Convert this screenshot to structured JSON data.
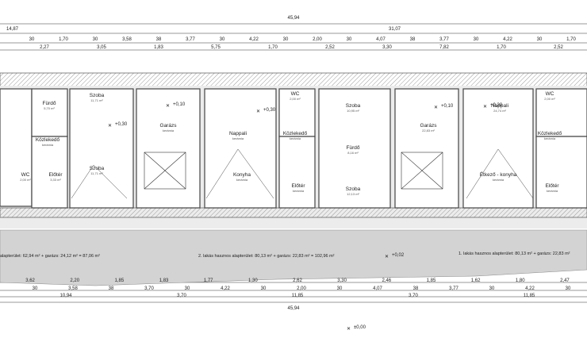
{
  "dimensions": {
    "overall_top": "45,94",
    "overall_bottom": "45,94",
    "left_top": "14,87",
    "right_top": "31,07",
    "top_row1": [
      "30",
      "1,70",
      "30",
      "3,58",
      "38",
      "3,77",
      "30",
      "4,22",
      "30",
      "2,00",
      "30",
      "4,07",
      "38",
      "3,77",
      "30",
      "4,22",
      "30",
      "1,70"
    ],
    "top_row2": [
      "2,27",
      "3,05",
      "1,83",
      "5,75",
      "1,70",
      "2,52",
      "3,30",
      "7,82",
      "1,70",
      "2,52"
    ],
    "bottom_row1": [
      "3,62",
      "2,20",
      "1,85",
      "1,83",
      "1,77",
      "1,30",
      "2,62",
      "3,30",
      "2,46",
      "1,85",
      "1,62",
      "1,80",
      "2,47"
    ],
    "bottom_row2": [
      "30",
      "3,58",
      "38",
      "3,70",
      "30",
      "4,22",
      "30",
      "2,00",
      "30",
      "4,07",
      "38",
      "3,77",
      "30",
      "4,22",
      "30"
    ],
    "bottom_row3": [
      "10,94",
      "3,70",
      "11,85",
      "3,70",
      "11,85"
    ],
    "levels": [
      "+0,10",
      "+0,30",
      "+0,30",
      "+0,10",
      "+0,30",
      "+0,02",
      "±0,00"
    ]
  },
  "rooms": [
    {
      "name": "Fürdő",
      "sub": "5,70 m²"
    },
    {
      "name": "Szoba",
      "sub": "11,71 m²"
    },
    {
      "name": "Garázs",
      "sub": "kerámia"
    },
    {
      "name": "Nappali",
      "sub": "kerámia"
    },
    {
      "name": "WC",
      "sub": "2,00 m²"
    },
    {
      "name": "Szoba",
      "sub": "10,95 m²"
    },
    {
      "name": "Garázs",
      "sub": "22,83 m²"
    },
    {
      "name": "Nappali",
      "sub": "24,74 m²"
    },
    {
      "name": "WC",
      "sub": "2,00 m²"
    },
    {
      "name": "Közlekedő",
      "sub": "kerámia"
    },
    {
      "name": "Közlekedő",
      "sub": "kerámia"
    },
    {
      "name": "Fürdő",
      "sub": "8,16 m²"
    },
    {
      "name": "Közlekedő",
      "sub": "kerámia"
    },
    {
      "name": "Szoba",
      "sub": "11,71 m²"
    },
    {
      "name": "WC",
      "sub": "2,00 m²"
    },
    {
      "name": "Előtér",
      "sub": "3,33 m²"
    },
    {
      "name": "Konyha",
      "sub": "kerámia"
    },
    {
      "name": "Szoba",
      "sub": "12,13 m²"
    },
    {
      "name": "Étkező - konyha",
      "sub": "kerámia"
    },
    {
      "name": "Előtér",
      "sub": "kerámia"
    },
    {
      "name": "Előtér",
      "sub": "kerámia"
    }
  ],
  "summaries": [
    "alapterület: 62,94 m² + garázs: 24,12 m² = 87,06 m²",
    "2. lakás hasznos alapterület: 80,13 m² + garázs: 22,83 m² = 102,96 m²",
    "1. lakás hasznos alapterület: 80,13 m² + garázs: 22,83 m²"
  ],
  "colors": {
    "wall": "#8a8a8a",
    "line": "#333333",
    "hatch": "#c8c8c8",
    "background": "#ffffff"
  }
}
